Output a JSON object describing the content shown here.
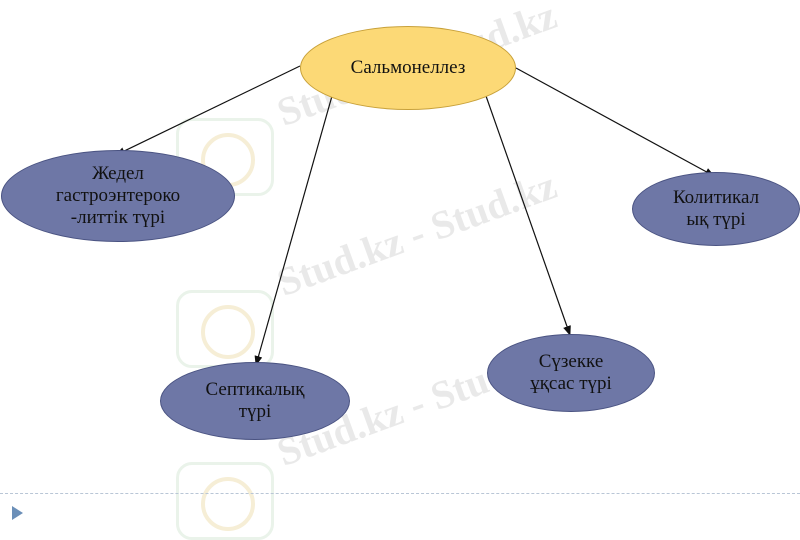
{
  "watermark": {
    "text": "Stud.kz - Stud.kz"
  },
  "diagram": {
    "root": {
      "label": "Сальмонеллез"
    },
    "children": [
      {
        "id": "gastro",
        "lines": [
          "Жедел",
          "гастроэнтероко",
          "-литтік түрі"
        ]
      },
      {
        "id": "septic",
        "lines": [
          "Септикалық",
          "түрі"
        ]
      },
      {
        "id": "typhoid",
        "lines": [
          "Сүзекке",
          "ұқсас түрі"
        ]
      },
      {
        "id": "colitic",
        "lines": [
          "Колитикал",
          "ық түрі"
        ]
      }
    ]
  },
  "colors": {
    "root_fill": "#fcd976",
    "leaf_fill": "#6e77a6",
    "arrow": "#111111",
    "nav_accent": "#6b8fb8"
  },
  "icons": {
    "nav": "triangle-right-icon",
    "watermark_logo": "stud-kz-logo-icon"
  }
}
